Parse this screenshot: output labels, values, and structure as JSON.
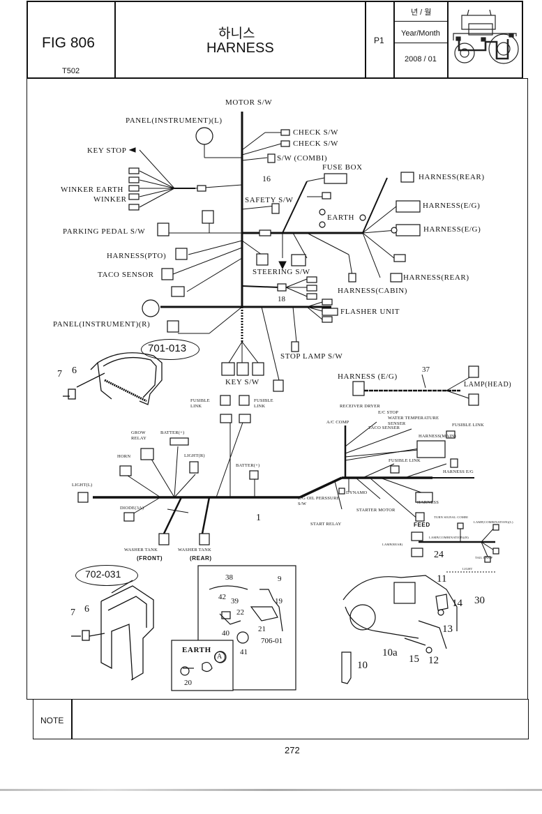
{
  "header": {
    "fig": "FIG 806",
    "section": "T502",
    "title_ko": "하니스",
    "title_en": "HARNESS",
    "page_code": "P1",
    "date_label_ko": "년 / 월",
    "date_label_en": "Year/Month",
    "date_value": "2008 / 01"
  },
  "callouts": {
    "ref_701": "701-013",
    "ref_702": "702-031",
    "earth_title": "EARTH",
    "earth_mark": "A"
  },
  "labels": {
    "motor_sw": "MOTOR S/W",
    "panel_l": "PANEL(INSTRUMENT)(L)",
    "check_sw_1": "CHECK S/W",
    "check_sw_2": "CHECK S/W",
    "key_stop": "KEY STOP",
    "sw_combi": "S/W (COMBI)",
    "fuse_box": "FUSE BOX",
    "harness_rear_1": "HARNESS(REAR)",
    "winker_earth": "WINKER EARTH",
    "winker": "WINKER",
    "safety_sw": "SAFETY S/W",
    "harness_eg_1": "HARNESS(E/G)",
    "earth": "EARTH",
    "parking_pedal": "PARKING PEDAL S/W",
    "harness_eg_2": "HARNESS(E/G)",
    "harness_pto": "HARNESS(PTO)",
    "taco_sensor": "TACO SENSOR",
    "steering_sw": "STEERING S/W",
    "harness_rear_2": "HARNESS(REAR)",
    "harness_cabin": "HARNESS(CABIN)",
    "flasher_unit": "FLASHER UNIT",
    "panel_r": "PANEL(INSTRUMENT)(R)",
    "stop_lamp": "STOP LAMP S/W",
    "key_sw": "KEY S/W",
    "harness_eg_3": "HARNESS (E/G)",
    "lamp_head": "LAMP(HEAD)",
    "fusible_link_1": "FUSIBLE LINK",
    "fusible_link_2": "FUSIBLE LINK",
    "receiver_dryer": "RECEIVER DRYER",
    "ec_stop": "E/C STOP",
    "ac_comp": "A/C COMP",
    "water_temp": "WATER TEMPERATURE SENSER",
    "taco_senser": "TACO SENSER",
    "fusible_link_3": "FUSIBLE LINK",
    "harness_main": "HARNESS(MAIN)",
    "grow_relay": "GROW RELAY",
    "batter_plus_1": "BATTER(+)",
    "horn": "HORN",
    "light_r": "LIGHT(R)",
    "fusible_link_4": "FUSIBLE LINK",
    "batter_plus_2": "BATTER(+)",
    "harness_eg_4": "HARNESS E/G",
    "light_l": "LIGHT(L)",
    "diode": "DIODE(3A)",
    "dynamo": "DYNAMO",
    "eg_oil": "E/G OIL PERSSURE S/W",
    "harness_small": "HARNESS",
    "start_relay": "START RELAY",
    "starter_motor": "STARTER MOTOR",
    "feed": "FEED",
    "washer_front": "WASHER TANK",
    "washer_front_sub": "(FRONT)",
    "washer_rear": "WASHER TANK",
    "washer_rear_sub": "(REAR)",
    "small_1": "TURN SIGNAL COMBI",
    "small_2": "LAMP(COMBINATION)(L)",
    "small_3": "LAMP(COMBINATION)(R)",
    "small_4": "LAMP(REAR)",
    "small_5": "TAIL LAMP",
    "small_6": "LIGHT"
  },
  "part_numbers": {
    "n16": "16",
    "n18": "18",
    "n37": "37",
    "n1": "1",
    "n24": "24",
    "n7a": "7",
    "n6a": "6",
    "n7b": "7",
    "n6b": "6",
    "n38": "38",
    "n9": "9",
    "n42": "42",
    "n39": "39",
    "n19": "19",
    "n22": "22",
    "n21": "21",
    "n40": "40",
    "n41": "41",
    "n706": "706-01",
    "n20": "20",
    "n11": "11",
    "n14": "14",
    "n30": "30",
    "n13": "13",
    "n10": "10",
    "n10a": "10a",
    "n15": "15",
    "n12": "12"
  },
  "footer": {
    "note_label": "NOTE",
    "page_number": "272"
  }
}
